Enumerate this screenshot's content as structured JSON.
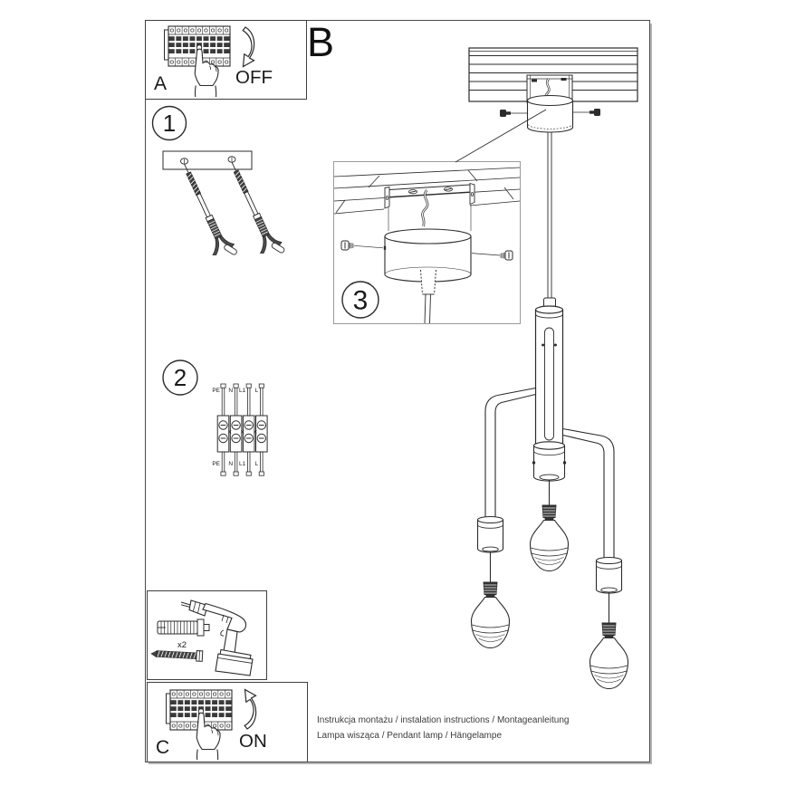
{
  "title_letter": "B",
  "boxes": {
    "power_off": {
      "label": "A",
      "state": "OFF"
    },
    "power_on": {
      "label": "C",
      "state": "ON"
    },
    "tools": {
      "count_label": "x2"
    }
  },
  "steps": {
    "one": "1",
    "two": "2",
    "three": "3"
  },
  "wiring": {
    "top_labels": [
      "PE",
      "N",
      "L1",
      "L"
    ],
    "bottom_labels": [
      "PE",
      "N",
      "L1",
      "L"
    ]
  },
  "footer": {
    "line1": "Instrukcja montażu / instalation instructions / Montageanleitung",
    "line2": "Lampa wisząca / Pendant lamp / Hängelampe"
  },
  "colors": {
    "ink": "#2b2b2b",
    "frame": "#4a4a4a",
    "detail_frame": "#9a9a9a"
  }
}
